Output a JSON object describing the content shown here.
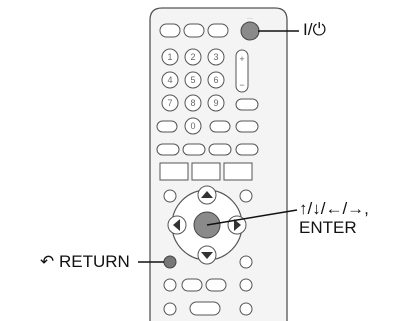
{
  "callouts": {
    "power": {
      "label": "I/⏻"
    },
    "navigation": {
      "arrows": "↑/↓/←/→,",
      "enter": "ENTER"
    },
    "return": {
      "symbol": "↶",
      "label": "RETURN"
    }
  },
  "remote": {
    "top_small_label": "···",
    "number_keys": [
      "1",
      "2",
      "3",
      "4",
      "5",
      "6",
      "7",
      "8",
      "9",
      "0"
    ],
    "volume_plus": "+",
    "volume_minus": "−"
  },
  "colors": {
    "body_fill": "#f4f4f4",
    "line": "#555555",
    "dark_button": "#8a8a8a"
  }
}
